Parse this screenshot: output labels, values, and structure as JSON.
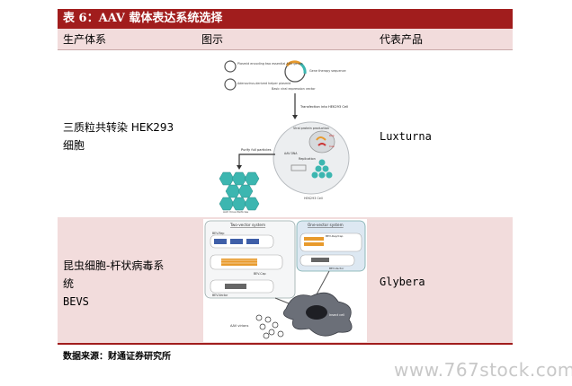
{
  "title": "表 6：AAV 载体表达系统选择",
  "headers": {
    "col1": "生产体系",
    "col2": "图示",
    "col3": "代表产品"
  },
  "rows": [
    {
      "system_line1": "三质粒共转染 HEK293",
      "system_line2": "细胞",
      "product": "Luxturna",
      "figure": {
        "plasmid1": "Plasmid encoding two essential AAV genes",
        "plasmid2": "Adenovirus-derived helper plasmid",
        "plasmid3": "Basic viral expression vector",
        "gene": "Gene therapy sequence",
        "transfection": "Transfection into HEK293 Cell",
        "viral_protein": "Viral protein production",
        "replication": "Replication",
        "rep": "Rep",
        "cap": "Cap",
        "purify": "Purify full particles",
        "aav_dna": "AAV DNA",
        "cell": "HEK293 Cell",
        "particles": "AAV Virus Particles"
      }
    },
    {
      "system_line1": "昆虫细胞-杆状病毒系",
      "system_line2": "统",
      "system_line3": "BEVS",
      "product": "Glybera",
      "figure": {
        "two_vector": "Two-vector system",
        "one_vector": "One-vector system",
        "bev_rep": "BEV-Rep",
        "bev_cap": "BEV-Cap",
        "bev_vector": "BEV-Vector",
        "bev_repcap": "BEV-Rep/Cap",
        "bev_vector2": "BEV-Vector",
        "insect_cell": "Insect cell",
        "aav_virions": "AAV virions"
      }
    }
  ],
  "source": "数据来源：财通证券研究所",
  "watermark": "www.767stock.com",
  "colors": {
    "title_bg": "#a11d1d",
    "header_bg": "#f2dcdc",
    "teal": "#3cb6b0",
    "orange": "#e89a2c"
  }
}
